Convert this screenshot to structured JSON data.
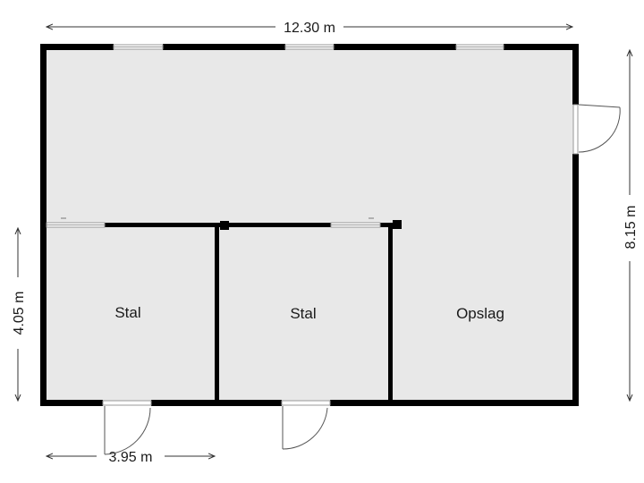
{
  "plan": {
    "dimensions": {
      "top_width": "12.30 m",
      "right_height": "8.15 m",
      "left_height": "4.05 m",
      "bottom_width": "3.95 m"
    },
    "rooms": [
      {
        "label": "Stal"
      },
      {
        "label": "Stal"
      },
      {
        "label": "Opslag"
      }
    ],
    "colors": {
      "floor": "#e8e8e8",
      "wall": "#000000",
      "window": "#bdbdbd",
      "dimension_line": "#333333"
    }
  }
}
